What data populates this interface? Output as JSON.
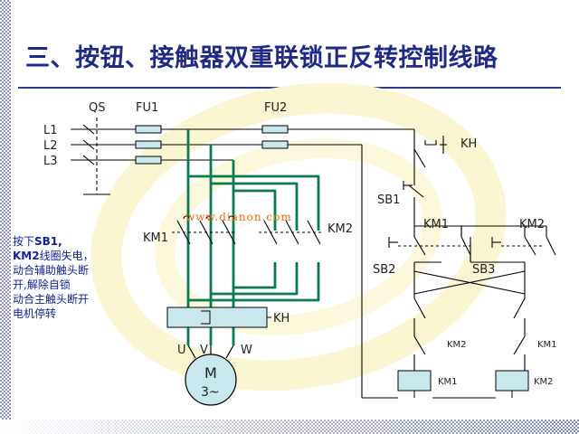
{
  "title": "三、按钮、接触器双重联锁正反转控制线路",
  "labels": {
    "qs": "QS",
    "fu1": "FU1",
    "fu2": "FU2",
    "l1": "L1",
    "l2": "L2",
    "l3": "L3",
    "kh_relay": "KH",
    "kh_contact": "KH",
    "km1_main": "KM1",
    "km2_main": "KM2",
    "sb1": "SB1",
    "sb2": "SB2",
    "sb3": "SB3",
    "km1_aux": "KM1",
    "km2_aux": "KM2",
    "km2_interlock": "KM2",
    "km1_interlock": "KM1",
    "km1_coil": "KM1",
    "km2_coil": "KM2",
    "u": "U",
    "v": "V",
    "w": "W",
    "motor_m": "M",
    "motor_phase": "3~"
  },
  "note": {
    "line1_prefix": "按下",
    "line1_bold": "SB1,",
    "line2_bold": "KM2",
    "line2_rest": "线圈失电，",
    "line3": "动合辅助触头断",
    "line4": "开,解除自锁",
    "line5": "动合主触头断开",
    "line6": "电机停转"
  },
  "watermark": "www.dianon.com",
  "colors": {
    "wire": "#000000",
    "highlight_wire": "#0b7a52",
    "title": "#1e2a86",
    "note": "#12229a",
    "component_fill": "#c8e8ee",
    "watermark": "#f06a00",
    "swoosh": "#fbf6d2"
  }
}
